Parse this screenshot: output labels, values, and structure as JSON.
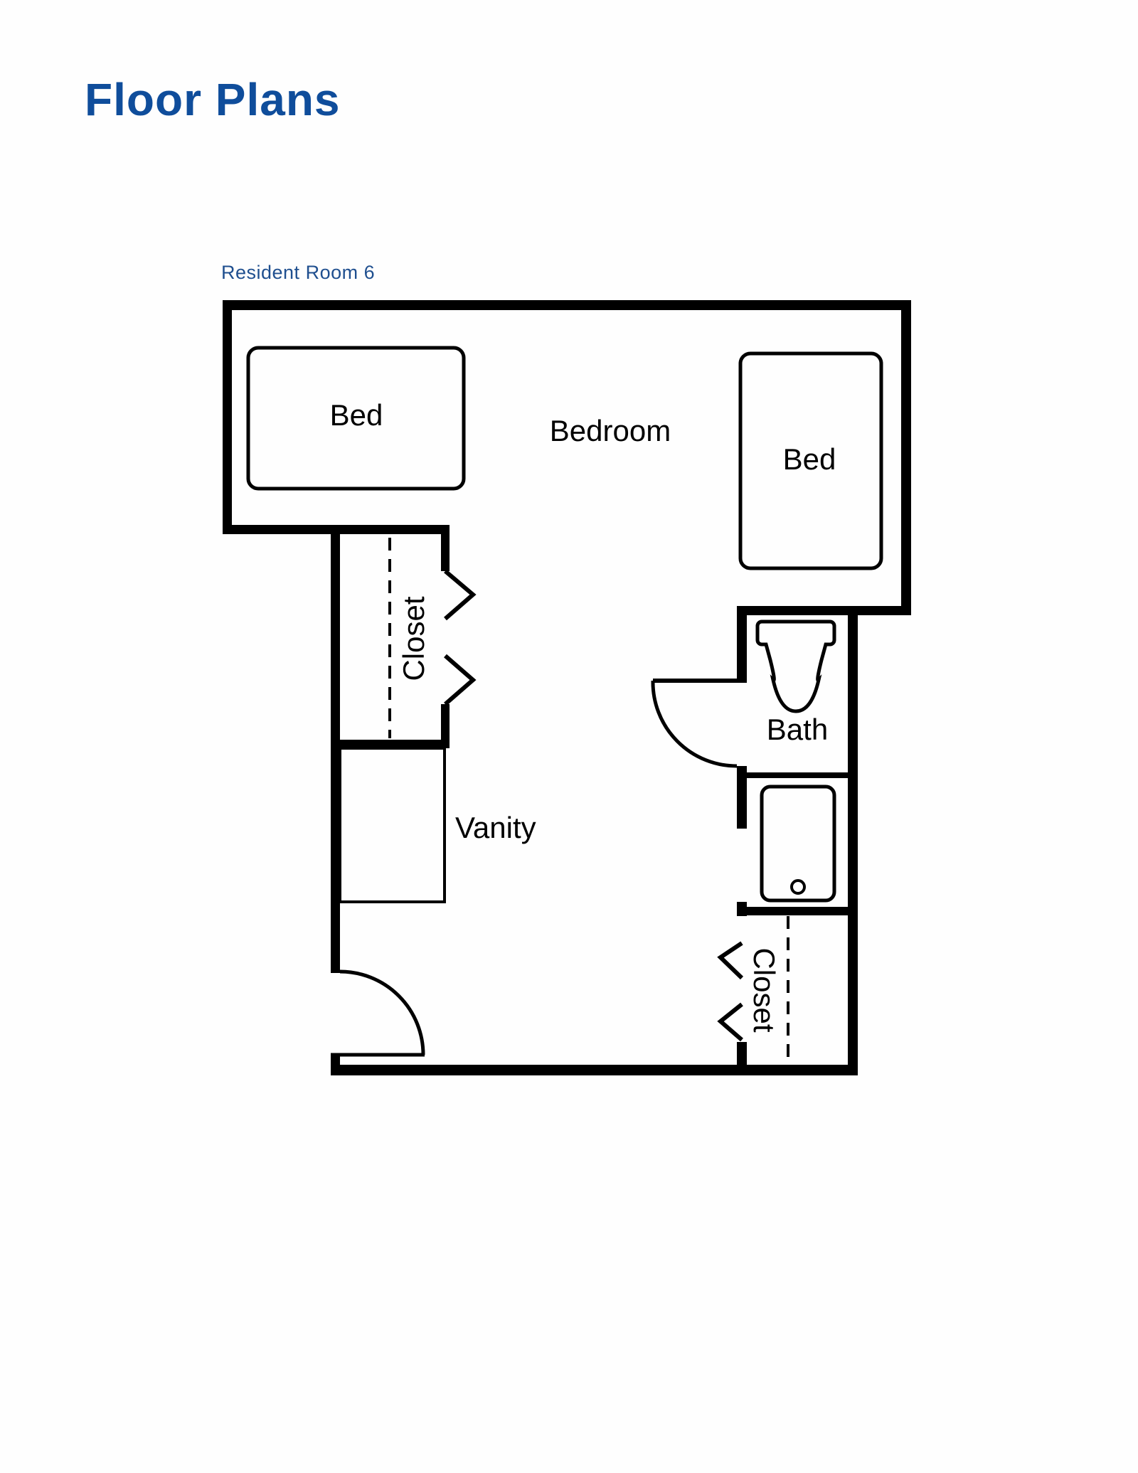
{
  "page": {
    "title": "Floor Plans",
    "title_color": "#0f4d9b",
    "subtitle": "Resident Room 6",
    "subtitle_color": "#1f4f8f"
  },
  "floor_plan": {
    "room_name": "Resident Room 6",
    "rooms": [
      {
        "id": "bedroom",
        "label": "Bedroom"
      },
      {
        "id": "bath",
        "label": "Bath"
      },
      {
        "id": "closet-left",
        "label": "Closet"
      },
      {
        "id": "closet-right",
        "label": "Closet"
      },
      {
        "id": "vanity",
        "label": "Vanity"
      }
    ],
    "fixtures": [
      {
        "id": "bed-left",
        "label": "Bed",
        "orientation": "horizontal"
      },
      {
        "id": "bed-right",
        "label": "Bed",
        "orientation": "vertical"
      },
      {
        "id": "toilet",
        "label": ""
      },
      {
        "id": "shower",
        "label": ""
      }
    ],
    "doors": [
      {
        "id": "entry-door",
        "type": "swing"
      },
      {
        "id": "bath-door",
        "type": "swing"
      },
      {
        "id": "closet-left-doors",
        "type": "bifold"
      },
      {
        "id": "closet-right-doors",
        "type": "bifold"
      }
    ],
    "wall_color": "#000000",
    "background": "#fefefe"
  }
}
